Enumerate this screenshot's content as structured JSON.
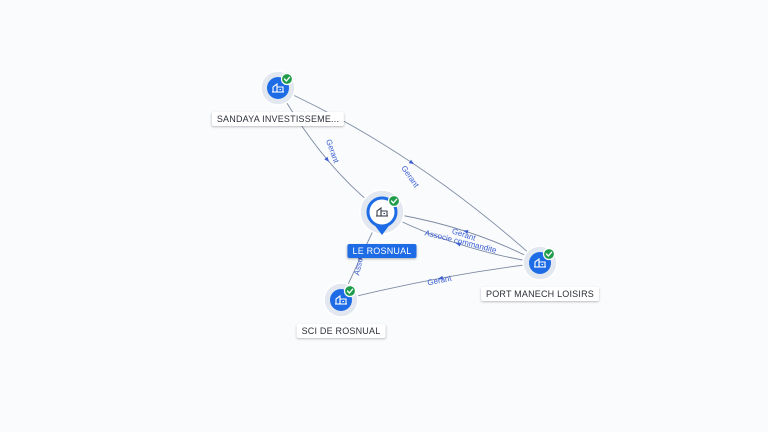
{
  "nodes": [
    {
      "id": "sandaya",
      "label": "SANDAYA INVESTISSEME...",
      "icon": "building-icon",
      "status": "verified",
      "main": false
    },
    {
      "id": "rosnual",
      "label": "LE ROSNUAL",
      "icon": "building-icon",
      "status": "verified",
      "main": true
    },
    {
      "id": "sci",
      "label": "SCI DE ROSNUAL",
      "icon": "building-icon",
      "status": "verified",
      "main": false
    },
    {
      "id": "port",
      "label": "PORT MANECH LOISIRS",
      "icon": "building-icon",
      "status": "verified",
      "main": false
    }
  ],
  "edges": [
    {
      "from": "sandaya",
      "to": "rosnual",
      "label": "Gerant"
    },
    {
      "from": "sandaya",
      "to": "port",
      "label": "Gerant"
    },
    {
      "from": "port",
      "to": "rosnual",
      "label": "Gerant"
    },
    {
      "from": "port",
      "to": "rosnual",
      "label": "Associe commandite"
    },
    {
      "from": "sci",
      "to": "rosnual",
      "label": "Associe"
    },
    {
      "from": "port",
      "to": "sci",
      "label": "Gerant"
    }
  ],
  "colors": {
    "accent": "#1e6be6",
    "verified": "#1f9d4a",
    "edge": "#7d8aa3",
    "edge_label": "#3d5fd1",
    "background": "#f9fbfd"
  }
}
